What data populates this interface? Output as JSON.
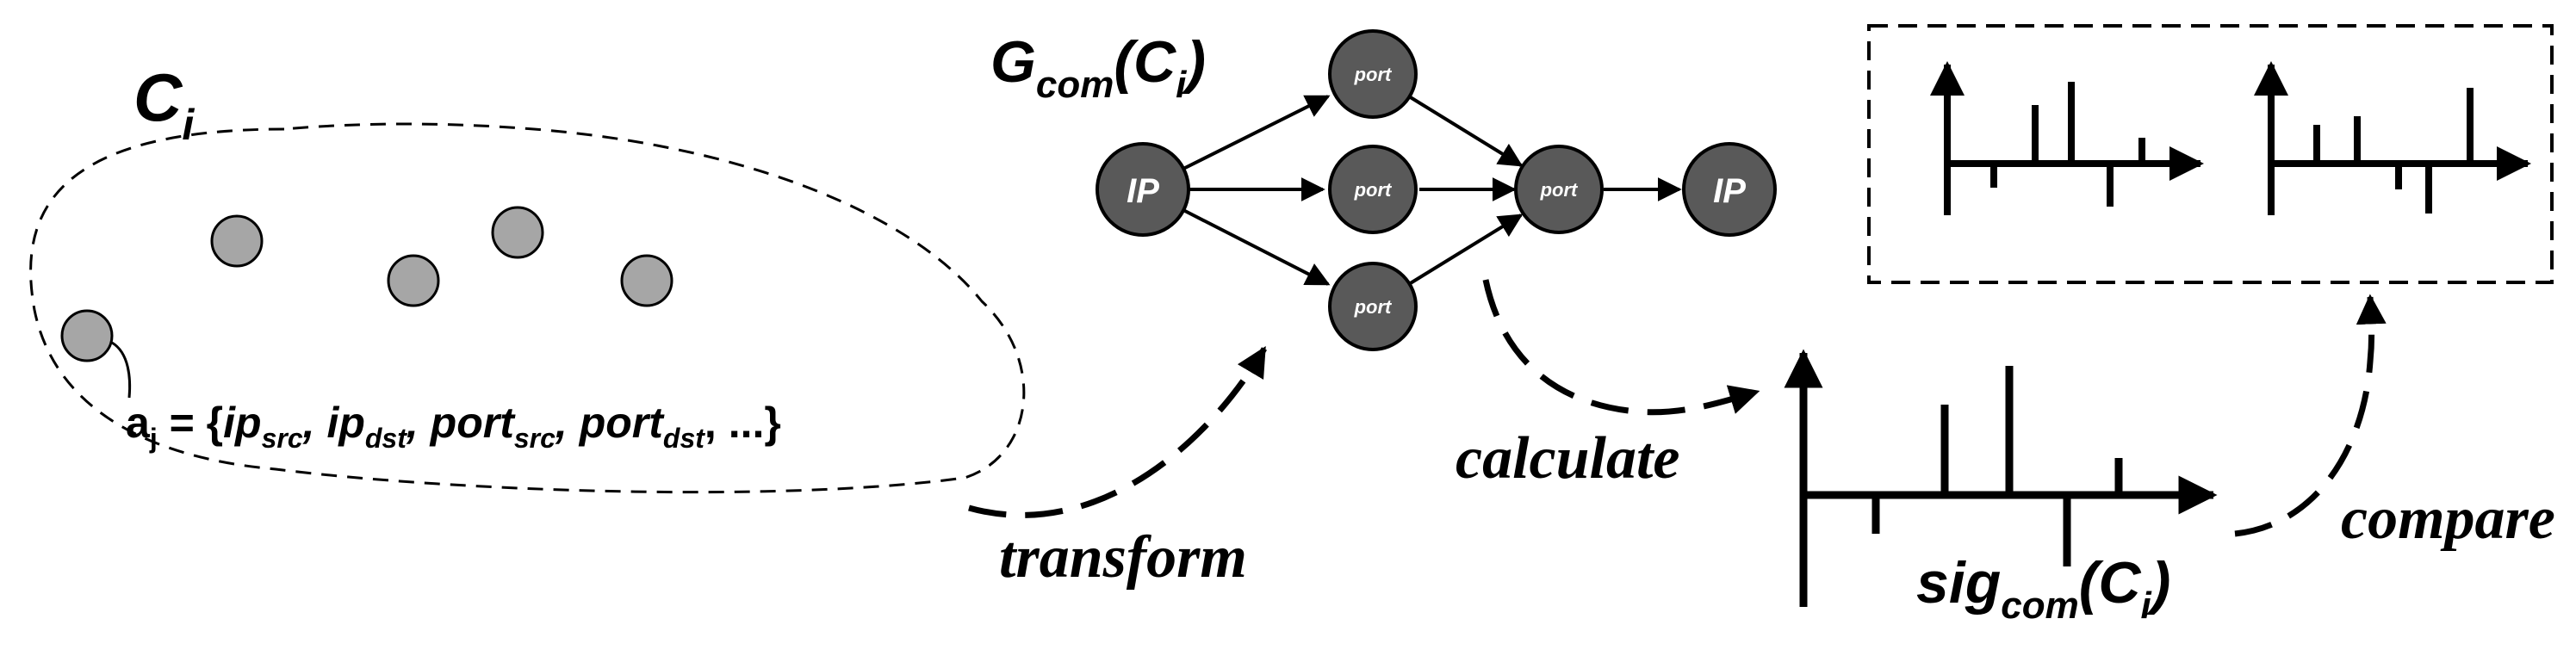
{
  "cluster": {
    "label_main": "C",
    "label_sub": "i",
    "attr_prefix": "a",
    "attr_prefix_sub": "j",
    "attr_eq": " = {",
    "attr_ip": "ip",
    "attr_src": "src",
    "attr_sep": ", ",
    "attr_dst": "dst",
    "attr_port": "port",
    "attr_end": ", ...}"
  },
  "graph": {
    "title_main": "G",
    "title_sub": "com",
    "title_open": "(C",
    "title_arg_sub": "i",
    "title_close": ")",
    "ip_label": "IP",
    "port_label": "port"
  },
  "arrows": {
    "transform": "transform",
    "calculate": "calculate",
    "compare": "compare"
  },
  "signature": {
    "label_main": "sig",
    "label_sub": "com",
    "label_open": "(C",
    "label_arg_sub": "i",
    "label_close": ")"
  },
  "colors": {
    "dot_fill": "#a6a6a6",
    "node_fill": "#595959",
    "stroke": "#000000"
  }
}
